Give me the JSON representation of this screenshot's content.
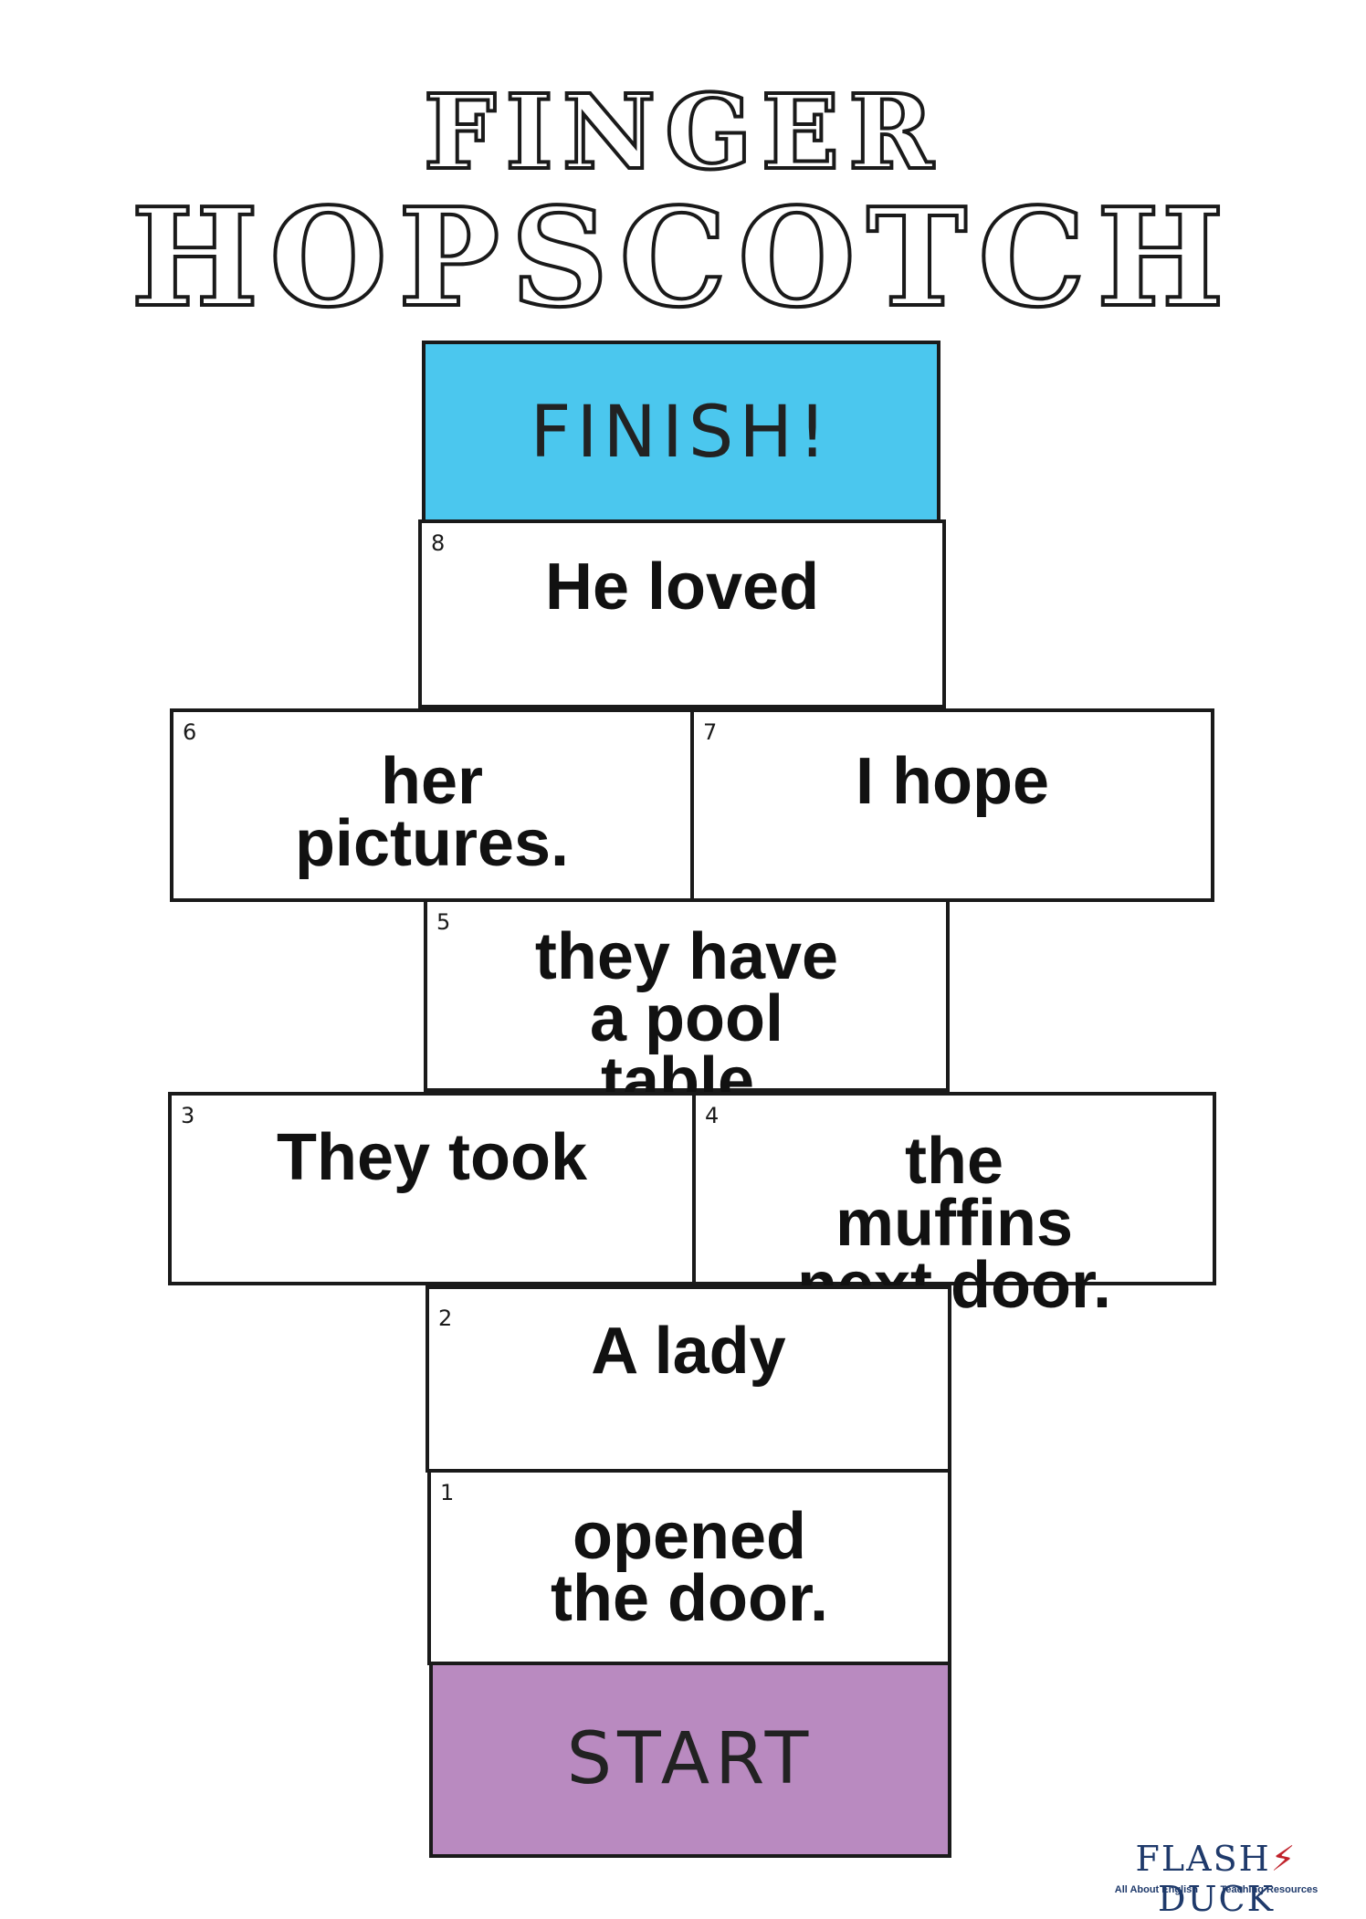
{
  "title": {
    "line1": "FINGER",
    "line2": "HOPSCOTCH"
  },
  "finish": {
    "label": "FINISH!",
    "color": "#4bc7ee"
  },
  "start": {
    "label": "START",
    "color": "#b98ac0"
  },
  "cells": [
    {
      "num": "8",
      "text": "He loved"
    },
    {
      "num": "6",
      "text": "her\npictures."
    },
    {
      "num": "7",
      "text": "I hope"
    },
    {
      "num": "5",
      "text": "they have\na pool\ntable."
    },
    {
      "num": "3",
      "text": "They took"
    },
    {
      "num": "4",
      "text": "the\nmuffins\nnext door."
    },
    {
      "num": "2",
      "text": "A lady"
    },
    {
      "num": "1",
      "text": "opened\nthe door."
    }
  ],
  "logo": {
    "left": "FLASH",
    "mark": "⚡",
    "right": "DUCK",
    "sub_left": "All About English",
    "sub_right": "Teaching Resources"
  }
}
